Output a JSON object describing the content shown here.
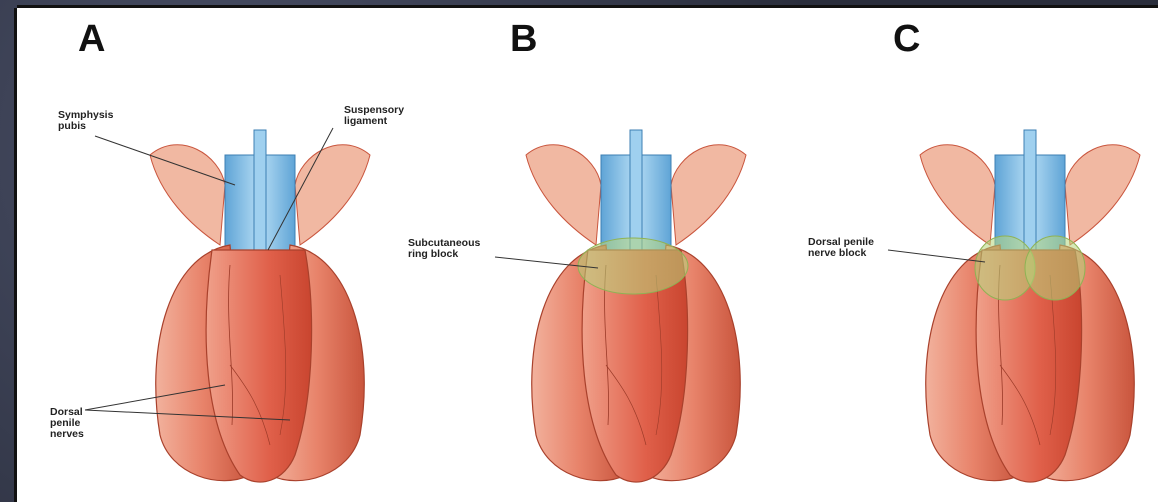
{
  "panels": [
    {
      "letter": "A"
    },
    {
      "letter": "B"
    },
    {
      "letter": "C"
    }
  ],
  "labels": {
    "symphysis_pubis": "Symphysis\npubis",
    "suspensory_ligament": "Suspensory\nligament",
    "dorsal_penile_nerves": "Dorsal\npenile\nnerves",
    "subcutaneous_ring_block": "Subcutaneous\nring block",
    "dorsal_penile_nerve_block": "Dorsal penile\nnerve block"
  },
  "colors": {
    "skin": "#e8836a",
    "skin_dark": "#c9553d",
    "shaft": "#e0604a",
    "ligament": "#8ec3e6",
    "block_green": "#b5d67a"
  }
}
